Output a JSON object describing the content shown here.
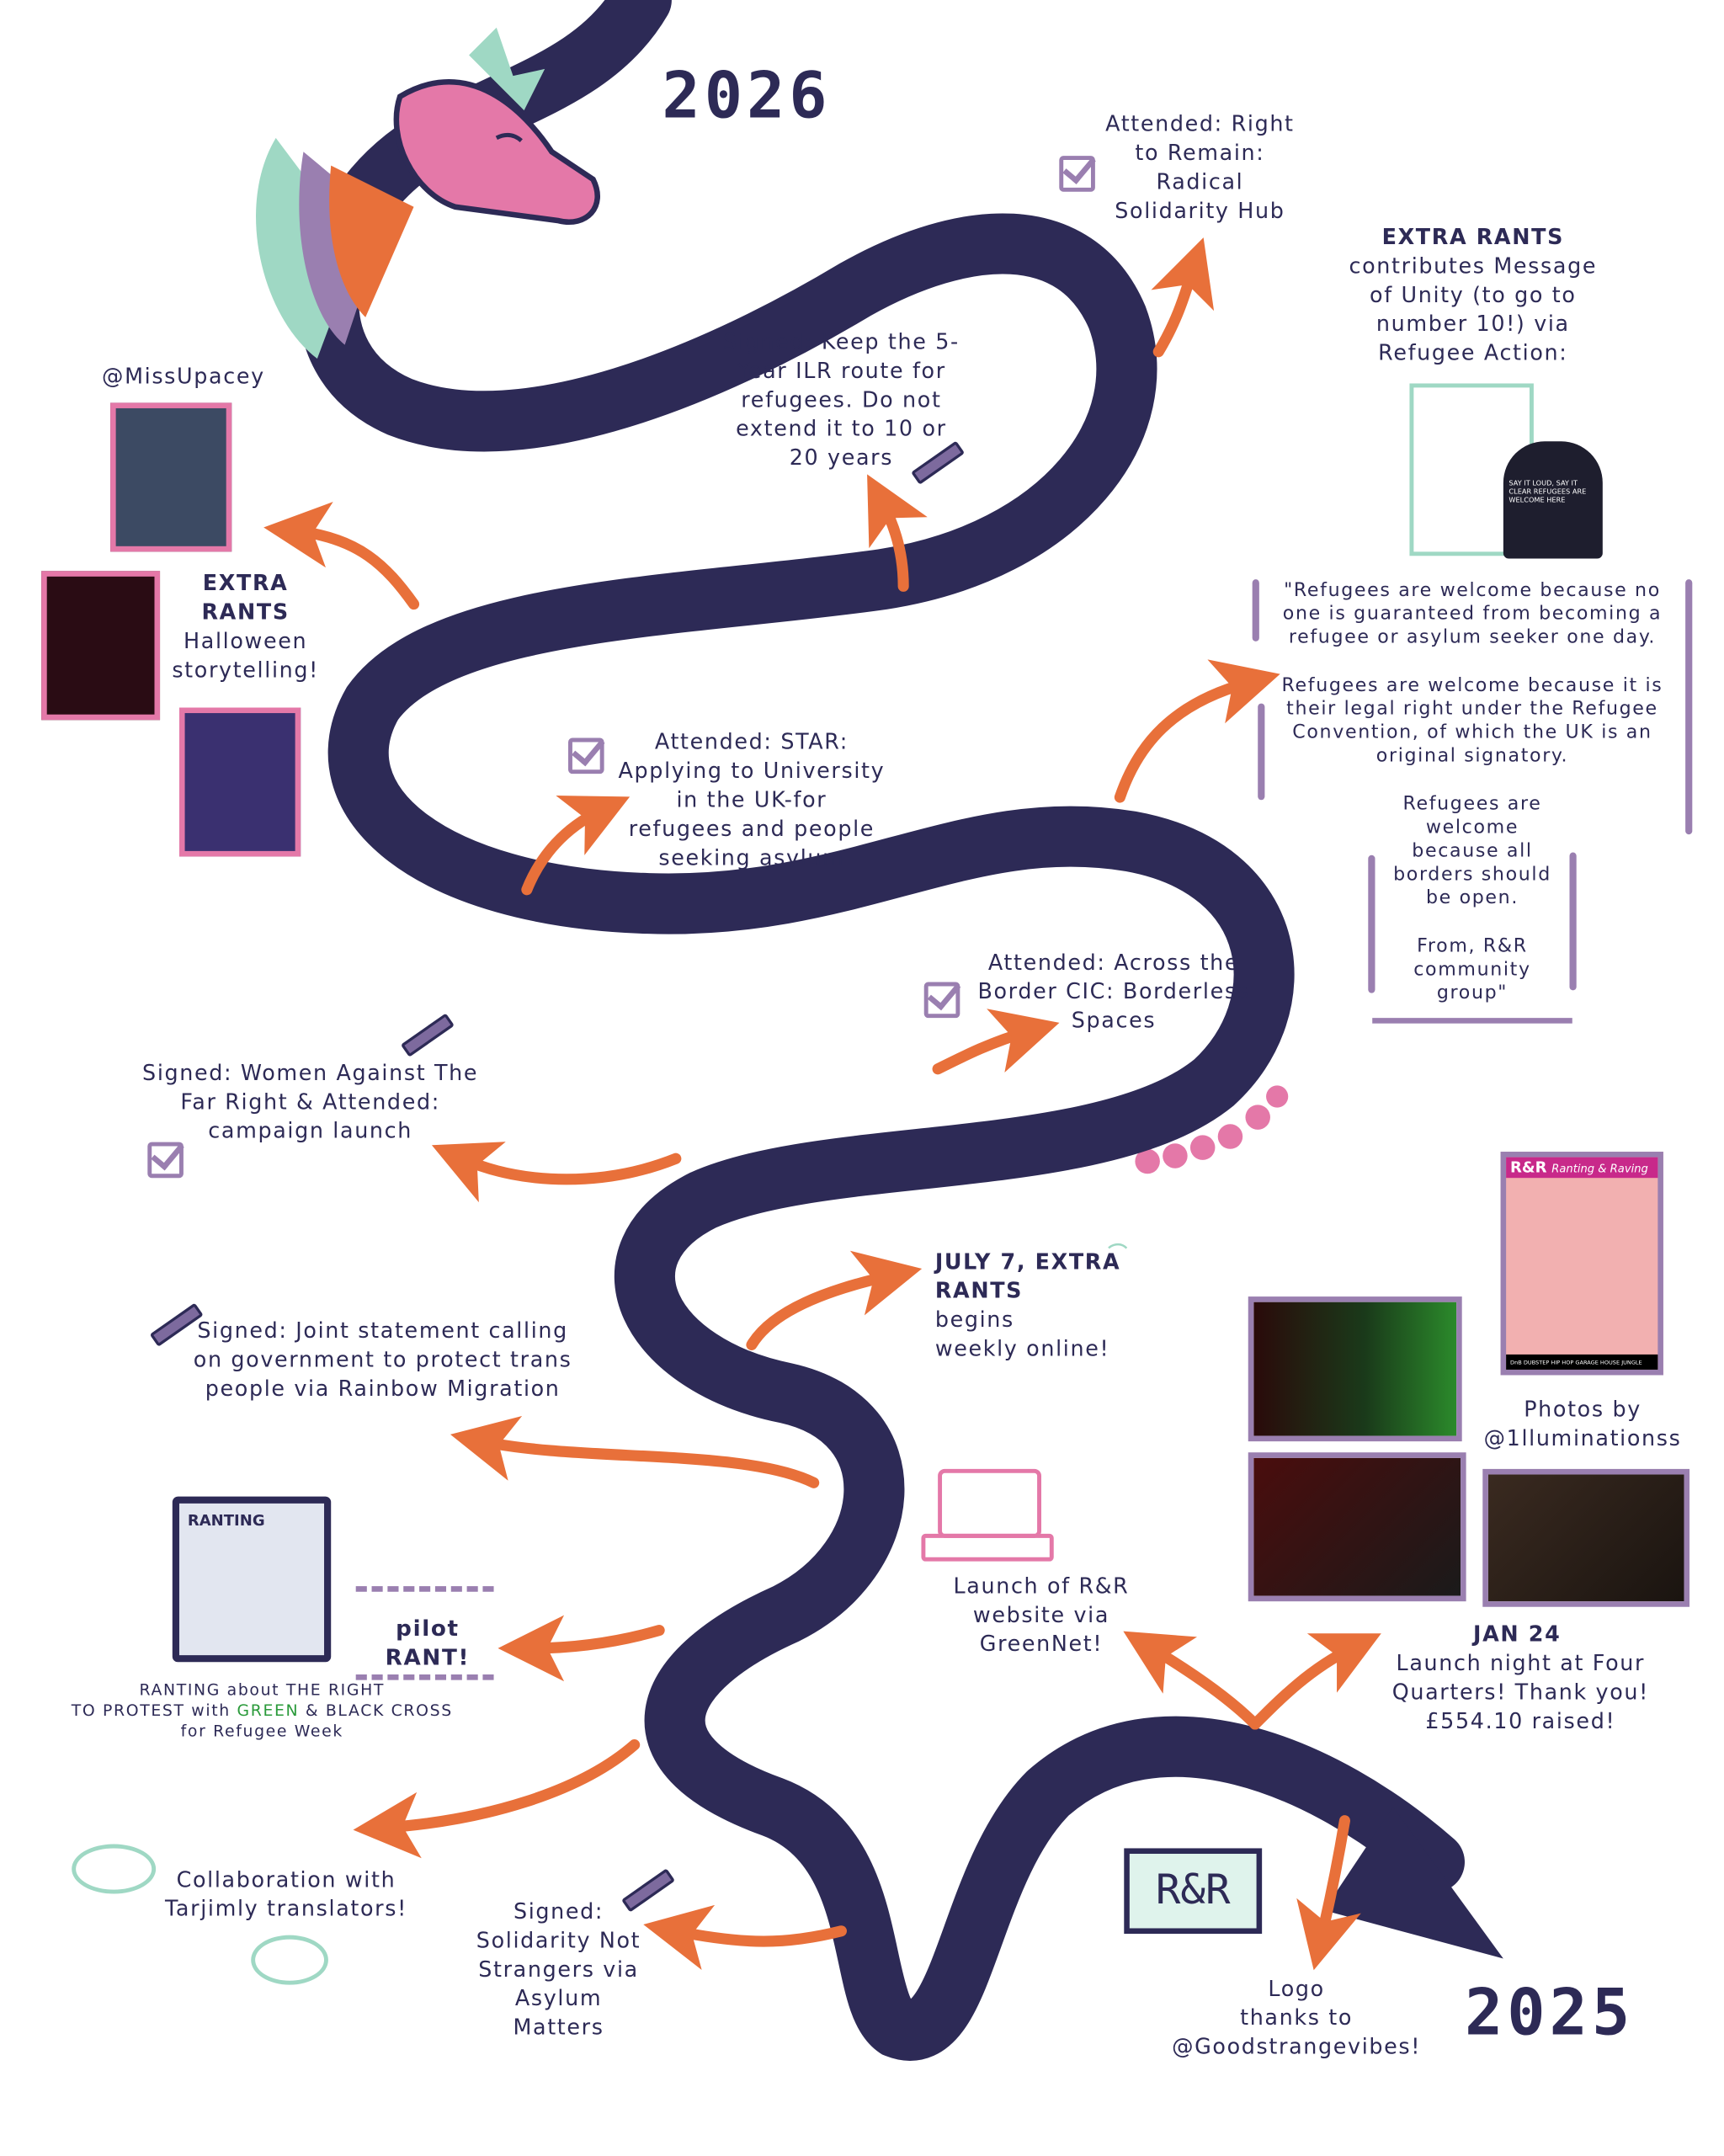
{
  "years": {
    "top": "2026",
    "bottom": "2025"
  },
  "colors": {
    "snake": "#2d2a56",
    "arrow": "#e8703a",
    "accent_purple": "#9a7fb0",
    "mint": "#9fd8c4",
    "pink": "#e478a8"
  },
  "events": {
    "right_to_remain": "Attended: Right\nto Remain:\nRadical\nSolidarity Hub",
    "message_of_unity_title": "EXTRA RANTS",
    "message_of_unity": "contributes Message\nof Unity (to go to\nnumber 10!) via\nRefugee Action:",
    "tshirt_text": "SAY IT LOUD, SAY IT CLEAR REFUGEES ARE WELCOME HERE",
    "quote_1": "\"Refugees are welcome because no\none is guaranteed from becoming a\nrefugee or asylum seeker one day.",
    "quote_2": "Refugees are welcome because it is\ntheir legal right under the Refugee\nConvention, of which the UK is an\noriginal signatory.",
    "quote_3": "Refugees are\nwelcome\nbecause all\nborders should\nbe open.",
    "quote_sign": "From, R&R\ncommunity\ngroup\"",
    "ilr": "Signed: Keep the 5-\nYear ILR route for\nrefugees. Do not\nextend it to 10 or\n20 years",
    "missupacey": "@MissUpacey",
    "halloween_title": "EXTRA\nRANTS",
    "halloween": "Halloween\nstorytelling!",
    "star": "Attended: STAR:\nApplying to University\nin the UK-for\nrefugees and people\nseeking asylum",
    "across_border": "Attended: Across the\nBorder CIC: Borderless\nSpaces",
    "women_far_right": "Signed: Women Against The\nFar Right & Attended:\ncampaign launch",
    "july7_bold": "JULY 7, EXTRA\nRANTS",
    "july7": "begins\nweekly online!",
    "trans": "Signed: Joint statement calling\non government to protect trans\npeople via Rainbow Migration",
    "photos_by": "Photos by\n@1lluminationss",
    "pilot": "pilot RANT!",
    "ranting_flyer_title": "RANTING",
    "ranting_1": "RANTING about THE RIGHT\nTO PROTEST with ",
    "ranting_green": "GREEN",
    "ranting_2": " & BLACK CROSS\nfor Refugee Week",
    "website": "Launch of R&R\nwebsite via\nGreenNet!",
    "jan24_bold": "JAN 24",
    "jan24": "Launch night at Four\nQuarters! Thank you!\n£554.10 raised!",
    "tarjimly": "Collaboration with\nTarjimly translators!",
    "solidarity": "Signed:\nSolidarity Not\nStrangers via\nAsylum\nMatters",
    "logo": "Logo\nthanks to\n@Goodstrangevibes!",
    "logo_text": "R&R",
    "poster_title": "R&R",
    "poster_sub": "Ranting & Raving",
    "poster_footer": "DnB DUBSTEP HIP HOP GARAGE HOUSE JUNGLE"
  }
}
